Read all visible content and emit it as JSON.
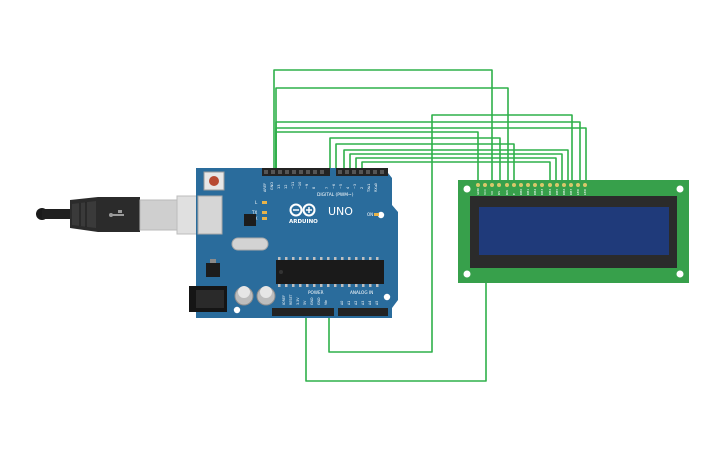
{
  "board": {
    "logo": "ARDUINO",
    "model": "UNO",
    "label_digital": "DIGITAL (PWM~)",
    "label_power": "POWER",
    "label_analog": "ANALOG IN",
    "label_aref": "AREF",
    "label_gnd": "GND",
    "label_on": "ON",
    "led_l": "L",
    "led_tx": "TX",
    "led_rx": "RX",
    "digital_pins": [
      "13",
      "12",
      "~11",
      "~10",
      "~9",
      "8",
      "7",
      "~6",
      "~5",
      "4",
      "~3",
      "2",
      "TX▸1",
      "RX◂0"
    ],
    "power_pins": [
      "IOREF",
      "RESET",
      "3.3V",
      "5V",
      "GND",
      "GND",
      "Vin"
    ],
    "analog_pins": [
      "A0",
      "A1",
      "A2",
      "A3",
      "A4",
      "A5"
    ]
  },
  "lcd": {
    "pins": [
      "GND",
      "VCC",
      "V0",
      "RS",
      "RW",
      "E",
      "DB0",
      "DB1",
      "DB2",
      "DB3",
      "DB4",
      "DB5",
      "DB6",
      "DB7",
      "LED",
      "LED"
    ],
    "backlight_color": "#1f3a7a"
  },
  "colors": {
    "board": "#2a6c9c",
    "wire": "#2fb04a",
    "lcd_pcb": "#37a04b",
    "header": "#232323"
  },
  "icons": {
    "usb_cable": "usb-cable-icon",
    "reset_button": "reset-button-icon",
    "power_jack": "power-jack-icon",
    "chip": "microcontroller-icon"
  }
}
